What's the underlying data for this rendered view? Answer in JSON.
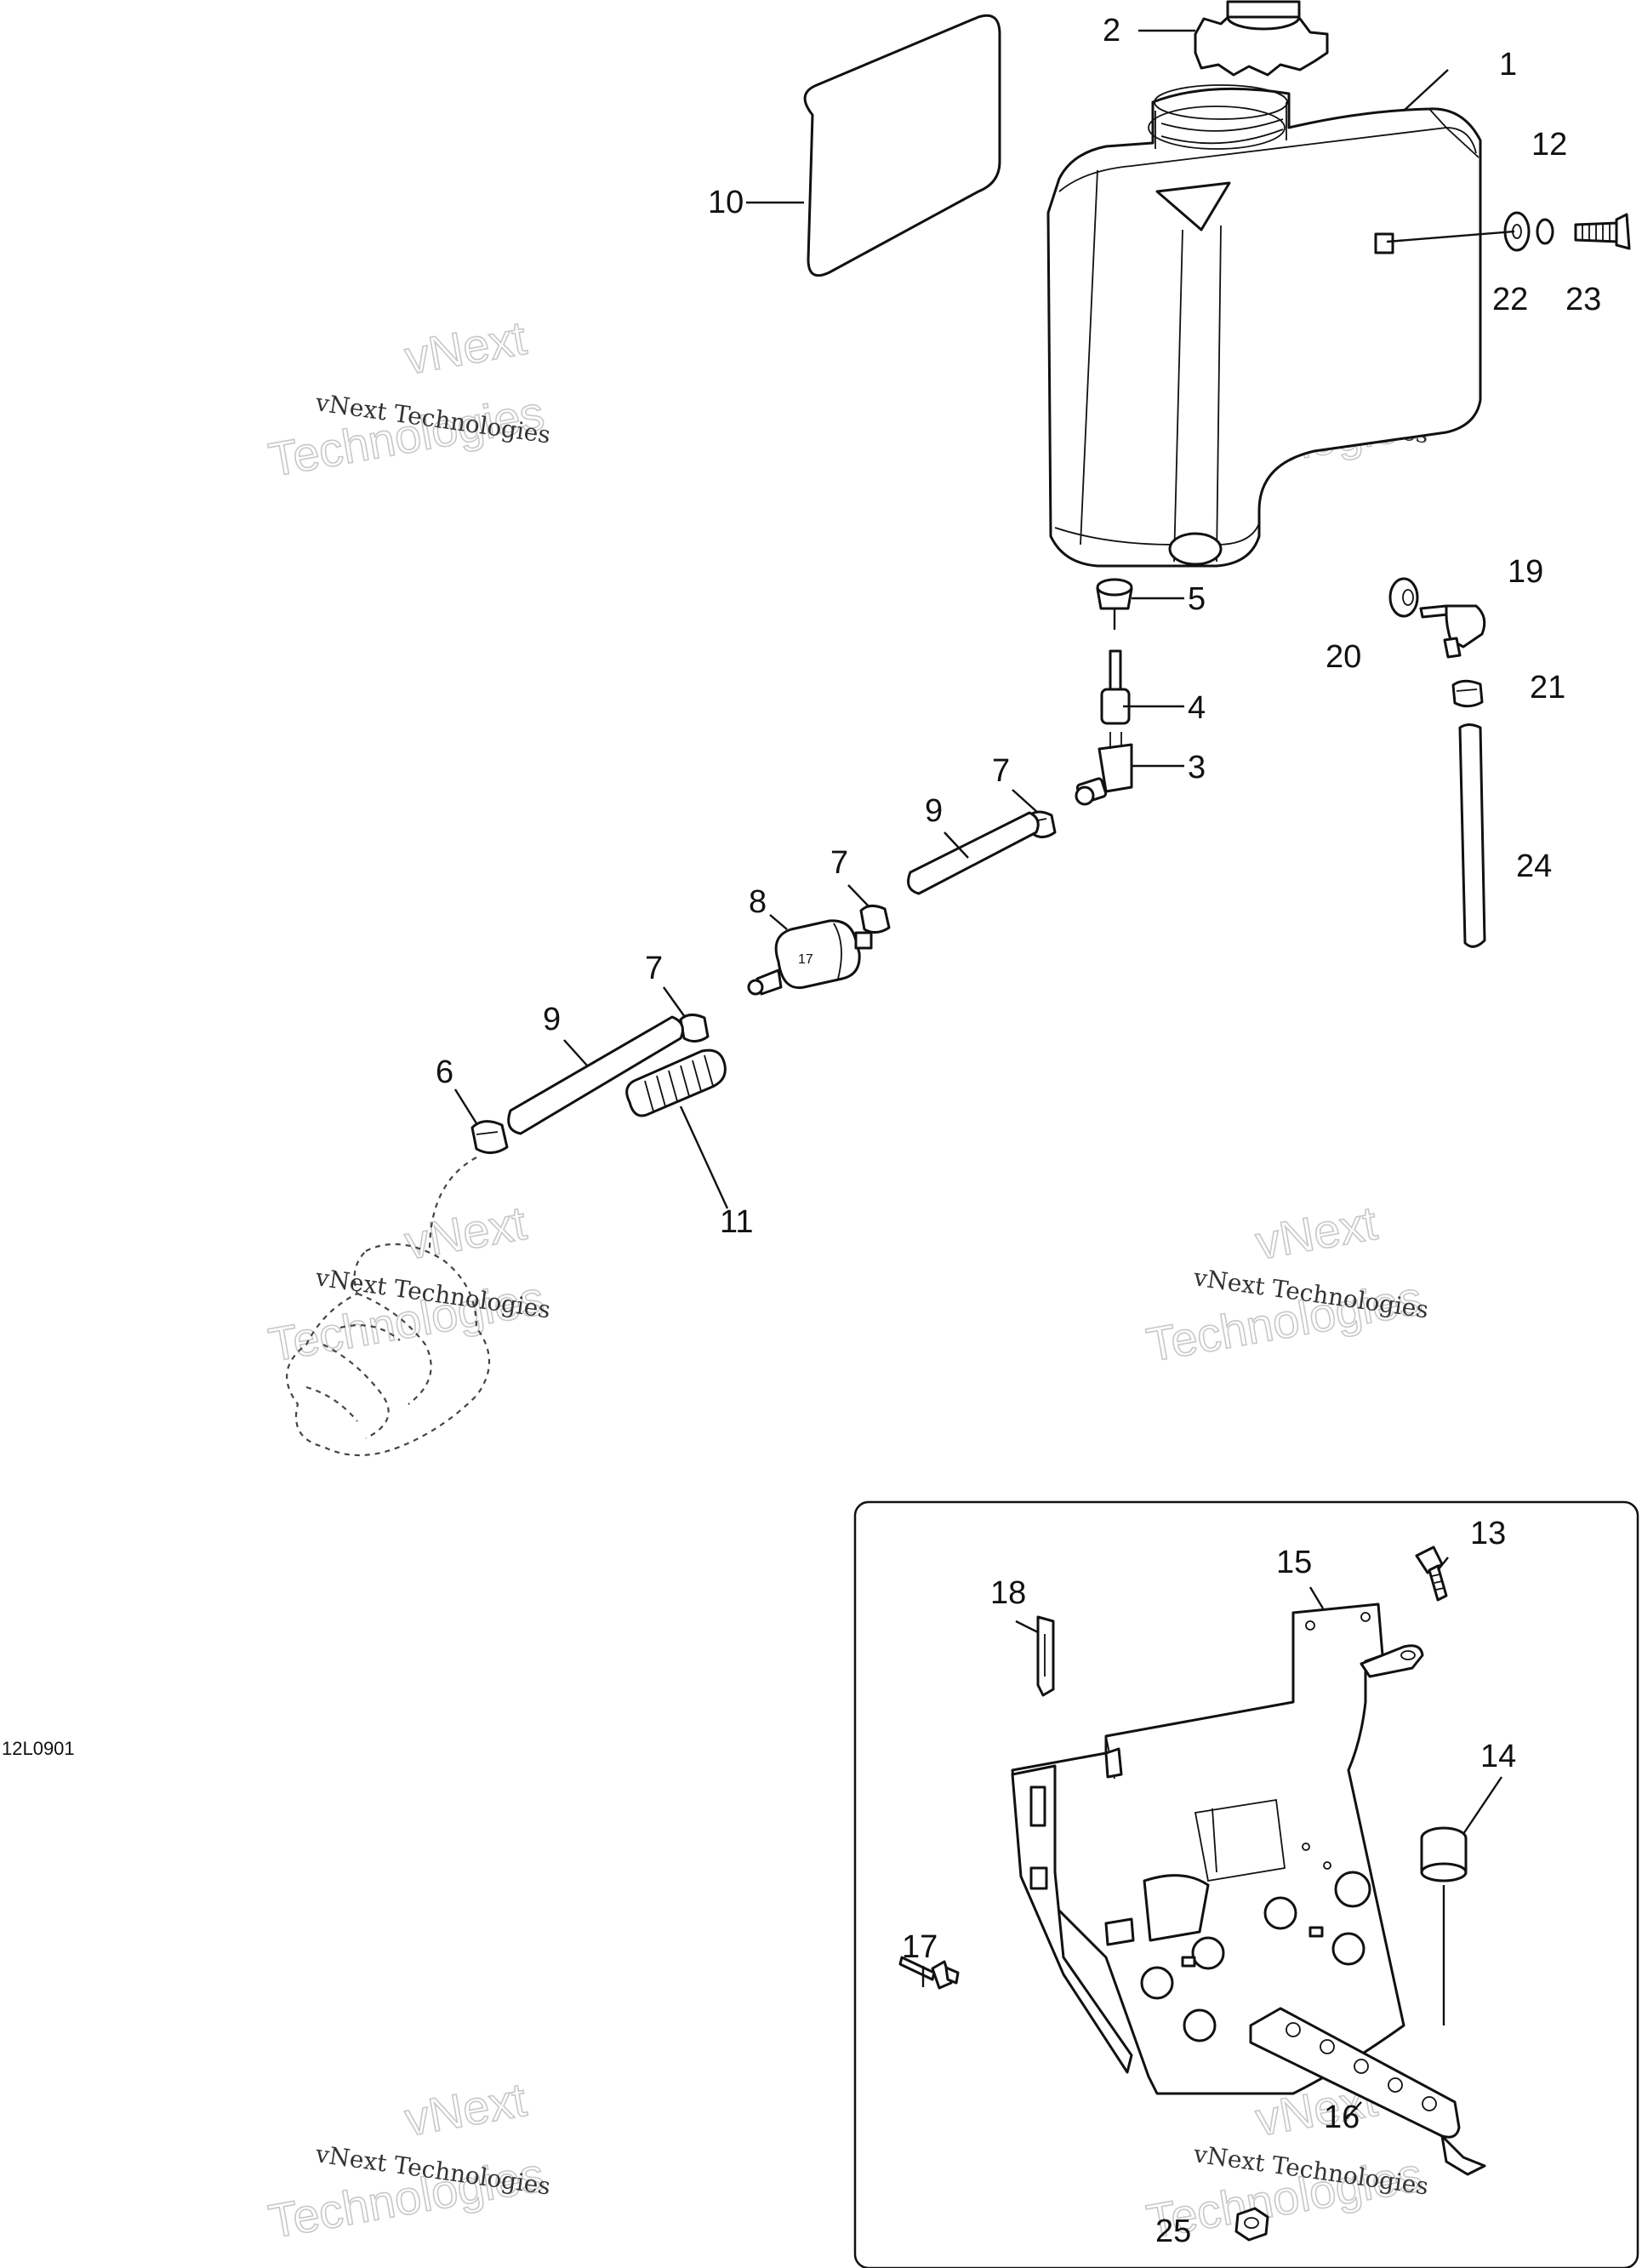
{
  "figure_code": "12L0901",
  "watermark": {
    "line1": "vNext Technologies",
    "line2": "Technologies",
    "line3": "vNext"
  },
  "callouts": [
    "1",
    "2",
    "3",
    "4",
    "5",
    "6",
    "7",
    "7",
    "7",
    "8",
    "9",
    "9",
    "10",
    "11",
    "12",
    "13",
    "14",
    "15",
    "16",
    "17",
    "18",
    "19",
    "20",
    "21",
    "22",
    "23",
    "24",
    "25"
  ]
}
